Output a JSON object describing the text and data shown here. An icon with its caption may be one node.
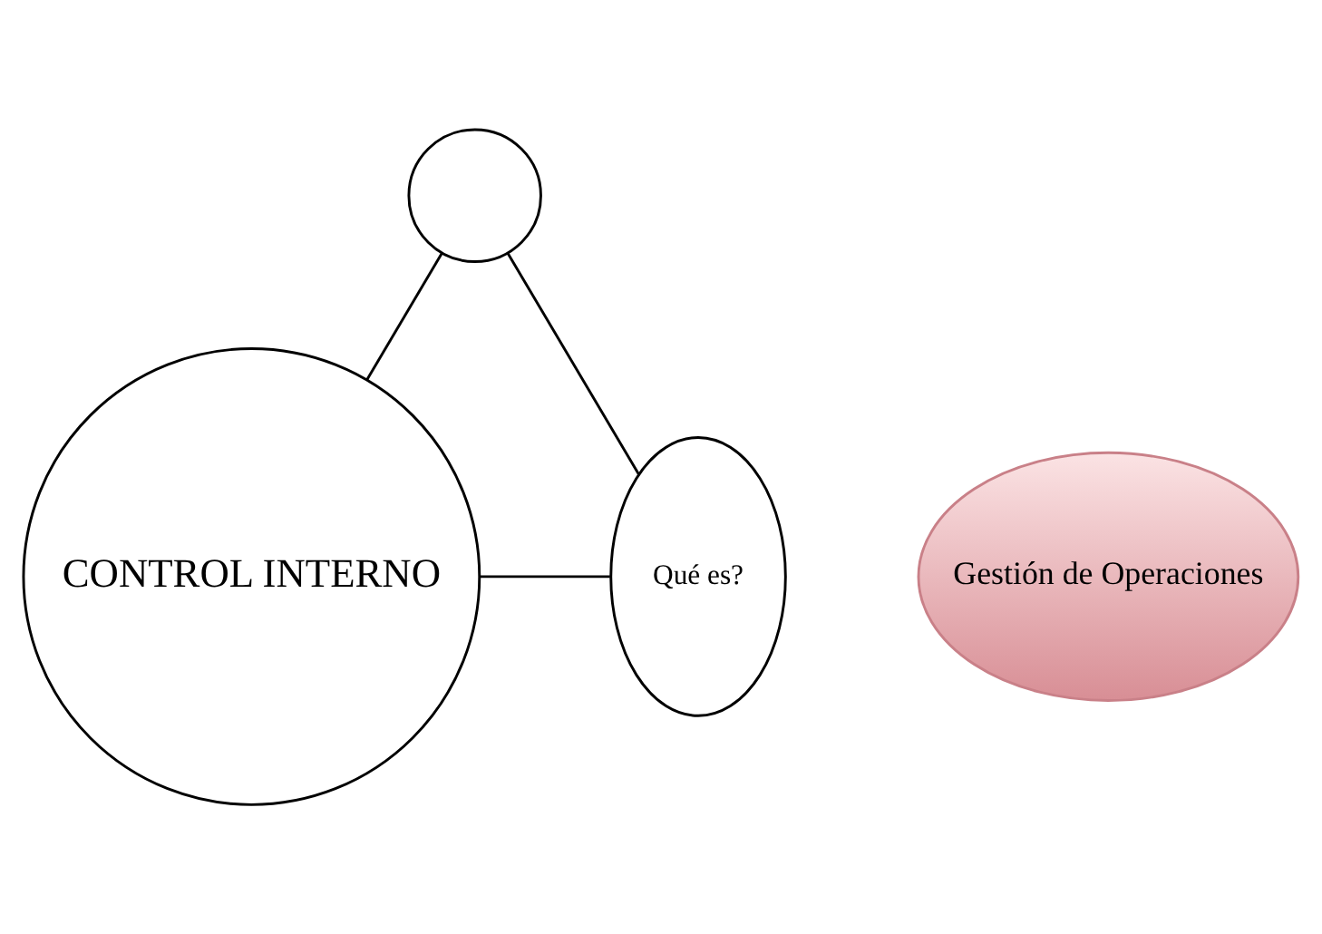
{
  "diagram": {
    "nodes": [
      {
        "text": [],
        "shape": "circle"
      },
      {
        "text": [
          "CONTROL INTERNO"
        ]
      },
      {
        "text": [
          "Gestión de Operaciones"
        ]
      },
      {
        "text": [
          "Qué es?"
        ]
      }
    ],
    "edges": [
      {
        "from": 0,
        "to": 1,
        "arrow": "none"
      },
      {
        "from": 0,
        "to": 3,
        "arrow": "none"
      },
      {
        "from": 1,
        "to": 3,
        "arrow": "none"
      }
    ]
  }
}
